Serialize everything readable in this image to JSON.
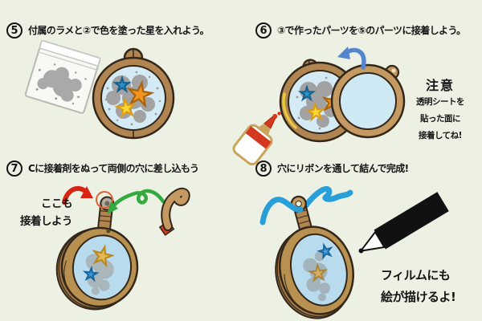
{
  "page": {
    "background": "#edf1e3"
  },
  "steps": {
    "step5": {
      "number": "5",
      "instruction": "付属のラメと②で色を塗った星を入れよう。"
    },
    "step6": {
      "number": "6",
      "instruction": "③で作ったパーツを⑤のパーツに接着しよう。",
      "note_title": "注意",
      "note_lines": [
        "透明シートを",
        "貼った面に",
        "接着してね!"
      ]
    },
    "step7": {
      "number": "7",
      "instruction": "Cに接着剤をぬって両側の穴に差し込もう",
      "callout_lines": [
        "ここも",
        "接着しよう"
      ]
    },
    "step8": {
      "number": "8",
      "instruction": "穴にリボンを通して結んで完成!",
      "caption_lines": [
        "フィルムにも",
        "絵が描けるよ!"
      ]
    }
  },
  "illustrations": {
    "step5": [
      "glitter-bag",
      "pendant-front-with-stars"
    ],
    "step6": [
      "glue-bottle",
      "pendant-front-with-stars",
      "clear-sheet-ring",
      "attach-direction-arrow"
    ],
    "step7": [
      "red-arrow",
      "glue-circle-annotation",
      "green-arrow",
      "c-shaped-part",
      "pendant-side"
    ],
    "step8": [
      "ribbon",
      "finished-pendant",
      "marker-pen"
    ]
  },
  "colors": {
    "background": "#edf1e3",
    "wood": "#b08552",
    "wood_light": "#c49a62",
    "outline": "#33271a",
    "film_blue": "#d4eaf5",
    "glitter_gray": "#a2a2a2",
    "star_blue": "#2f8fc6",
    "star_orange": "#f29422",
    "star_yellow": "#fdd835",
    "ribbon_blue": "#289fd8",
    "glue_red": "#d4381e",
    "arrow_red": "#d92313",
    "arrow_green": "#33a93f",
    "arrow_blue": "#5585cc"
  }
}
